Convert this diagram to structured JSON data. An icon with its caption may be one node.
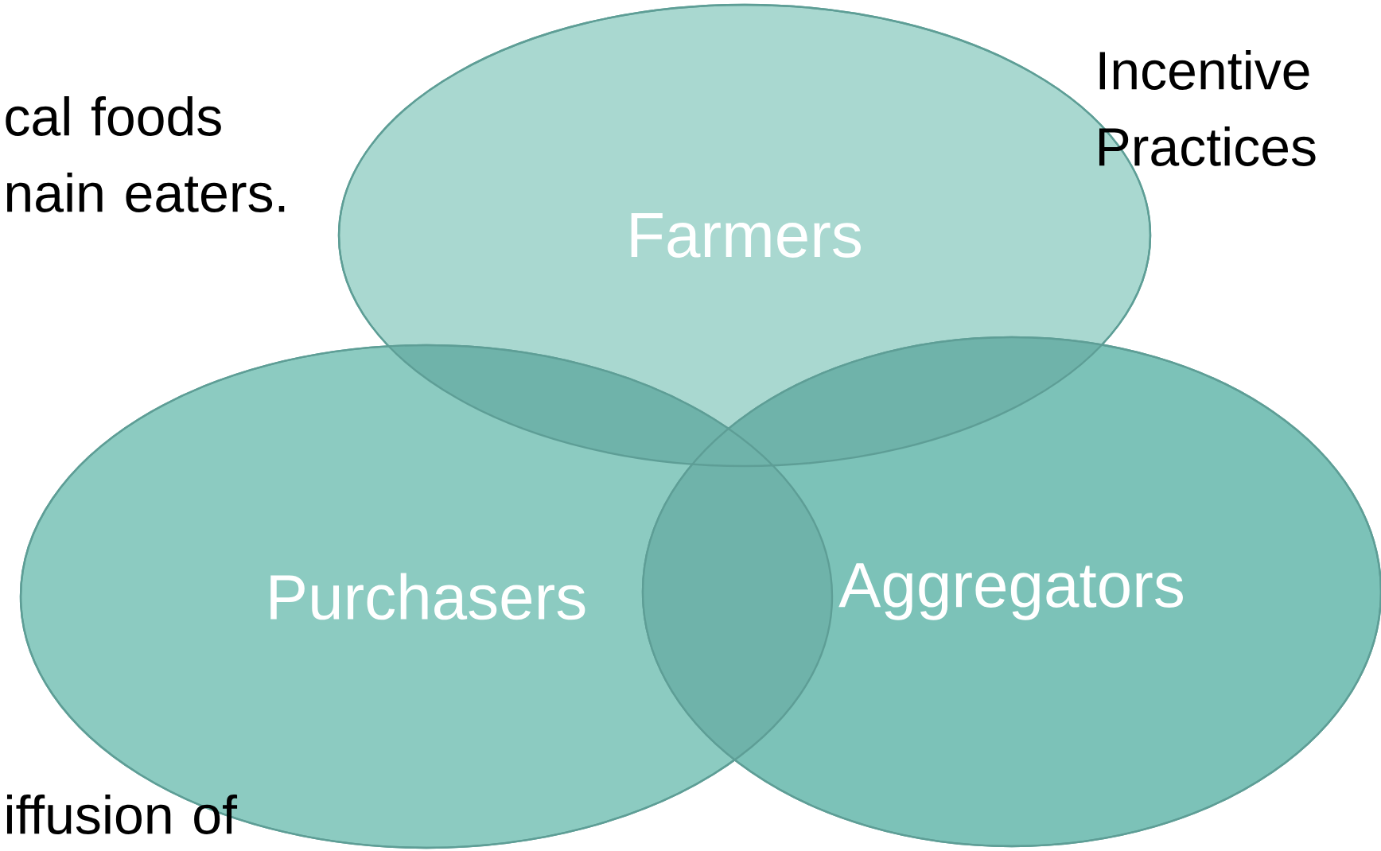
{
  "diagram": {
    "nodes": [
      {
        "text": [
          "Farmers"
        ]
      },
      {
        "text": [
          "Purchasers"
        ]
      },
      {
        "text": [
          "Aggregators"
        ]
      }
    ],
    "labels": [
      "cal foods nain eaters.",
      "Incentive Practices",
      "iffusion of"
    ]
  }
}
